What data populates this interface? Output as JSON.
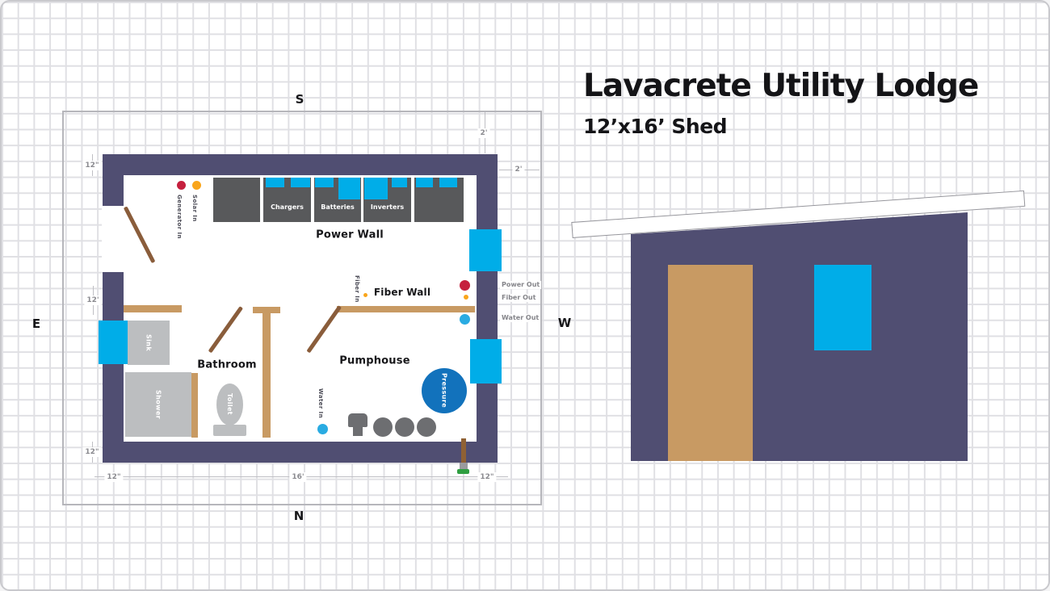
{
  "title": "Lavacrete Utility Lodge",
  "subtitle": "12’x16’ Shed",
  "compass": {
    "n": "N",
    "s": "S",
    "e": "E",
    "w": "W"
  },
  "rooms": {
    "power_wall": "Power Wall",
    "fiber_wall": "Fiber Wall",
    "bathroom": "Bathroom",
    "pumphouse": "Pumphouse"
  },
  "equipment": {
    "units": [
      "Chargers",
      "Batteries",
      "Inverters"
    ]
  },
  "fixtures": {
    "sink": "Sink",
    "shower": "Shower",
    "toilet": "Toilet",
    "pressure": "Pressure"
  },
  "io": {
    "generator_in": "Generator In",
    "solar_in": "Solar In",
    "fiber_in": "Fiber In",
    "water_in": "Water In",
    "power_out": "Power Out",
    "fiber_out": "Fiber Out",
    "water_out": "Water Out"
  },
  "dimensions": {
    "wall_thickness_top": "12\"",
    "interior_height": "12'",
    "wall_thickness_bottom": "12\"",
    "bottom_left": "12\"",
    "bottom_center": "16'",
    "bottom_right": "12\"",
    "offset_top": "2'",
    "offset_right": "2'"
  },
  "colors": {
    "wall": "#504e72",
    "window": "#00ade8",
    "door_tan": "#c89a63",
    "door_swing": "#8a5d3b",
    "power": "#c5203e",
    "solar_fiber": "#f9a51b",
    "water": "#29abe2",
    "pressure_tank": "#1272bc",
    "equipment": "#58595b",
    "fixture": "#bcbec0"
  }
}
